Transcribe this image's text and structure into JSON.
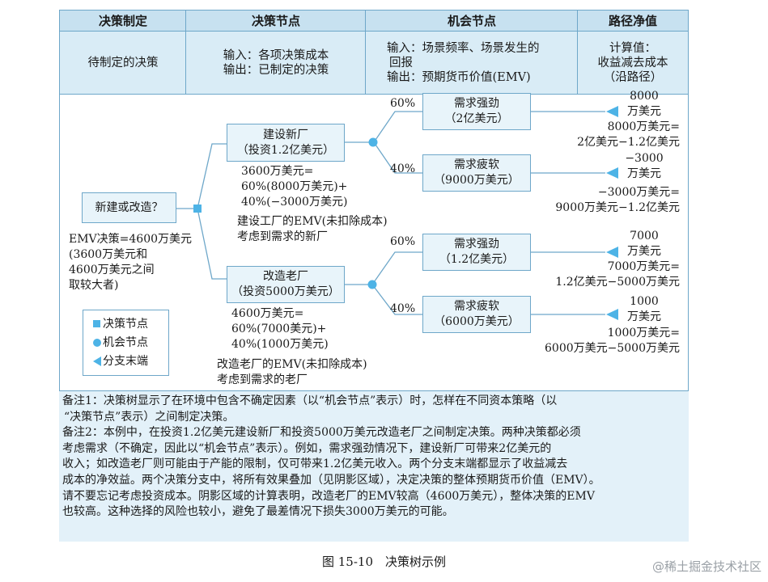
{
  "header": {
    "columns": [
      "决策制定",
      "决策节点",
      "机会节点",
      "路径净值"
    ],
    "rows": {
      "col1": [
        "待制定的决策"
      ],
      "col2": [
        "输入：各项决策成本",
        "输出：已制定的决策"
      ],
      "col3": [
        "输入：场景频率、场景发生的",
        "回报",
        "输出：预期货币价值(EMV)"
      ],
      "col4": [
        "计算值：",
        "收益减去成本",
        "（沿路径）"
      ]
    }
  },
  "tree": {
    "root_label": "新建或改造？",
    "root_emv": [
      "EMV决策=4600万美元",
      "(3600万美元和",
      "4600万美元之间",
      "取较大者)"
    ],
    "build": {
      "box": [
        "建设新厂",
        "（投资1.2亿美元）"
      ],
      "calc": [
        "3600万美元=",
        "60%(8000万美元)+",
        "40%(−3000万美元)"
      ],
      "note": [
        "建设工厂的EMV(未扣除成本)",
        "考虑到需求的新厂"
      ],
      "prob_high": "60%",
      "prob_low": "40%",
      "high_box": [
        "需求强劲",
        "（2亿美元）"
      ],
      "low_box": [
        "需求疲软",
        "（9000万美元）"
      ],
      "high_end": [
        "8000",
        "万美元",
        "8000万美元=",
        "2亿美元−1.2亿美元"
      ],
      "low_end": [
        "−3000",
        "万美元",
        "−3000万美元=",
        "9000万美元−1.2亿美元"
      ]
    },
    "upgrade": {
      "box": [
        "改造老厂",
        "（投资5000万美元）"
      ],
      "calc": [
        "4600万美元=",
        "60%(7000美元)+",
        "40%(1000万美元)"
      ],
      "note": [
        "改造老厂的EMV(未扣除成本)",
        "考虑到需求的老厂"
      ],
      "prob_high": "60%",
      "prob_low": "40%",
      "high_box": [
        "需求强劲",
        "（1.2亿美元）"
      ],
      "low_box": [
        "需求疲软",
        "（6000万美元）"
      ],
      "high_end": [
        "7000",
        "万美元",
        "7000万美元=",
        "1.2亿美元−5000万美元"
      ],
      "low_end": [
        "1000",
        "万美元",
        "1000万美元=",
        "6000万美元−5000万美元"
      ]
    }
  },
  "legend": {
    "items": [
      {
        "icon": "square-icon",
        "label": "决策节点"
      },
      {
        "icon": "circle-icon",
        "label": "机会节点"
      },
      {
        "icon": "triangle-icon",
        "label": "分支末端"
      }
    ]
  },
  "notes": {
    "lines": [
      "备注1：决策树显示了在环境中包含不确定因素（以“机会节点”表示）时，怎样在不同资本策略（以",
      "“决策节点”表示）之间制定决策。",
      "备注2：本例中，在投资1.2亿美元建设新厂和投资5000万美元改造老厂之间制定决策。两种决策都必须",
      "考虑需求（不确定，因此以“机会节点”表示）。例如，需求强劲情况下，建设新厂可带来2亿美元的",
      "收入；如改造老厂则可能由于产能的限制，仅可带来1.2亿美元收入。两个分支末端都显示了收益减去",
      "成本的净效益。两个决策分支中，将所有效果叠加（见阴影区域），决定决策的整体预期货币价值（EMV）。",
      "请不要忘记考虑投资成本。阴影区域的计算表明，改造老厂的EMV较高（4600万美元），整体决策的EMV",
      "也较高。这种选择的风险也较小，避免了最差情况下损失3000万美元的可能。"
    ]
  },
  "caption": "图 15-10　决策树示例",
  "watermark": "@稀土掘金技术社区",
  "colors": {
    "border": "#6ea7c9",
    "header_fill": "#c7e1f0",
    "node_fill": "#4db3e6",
    "notes_fill": "#e3f1f9"
  }
}
